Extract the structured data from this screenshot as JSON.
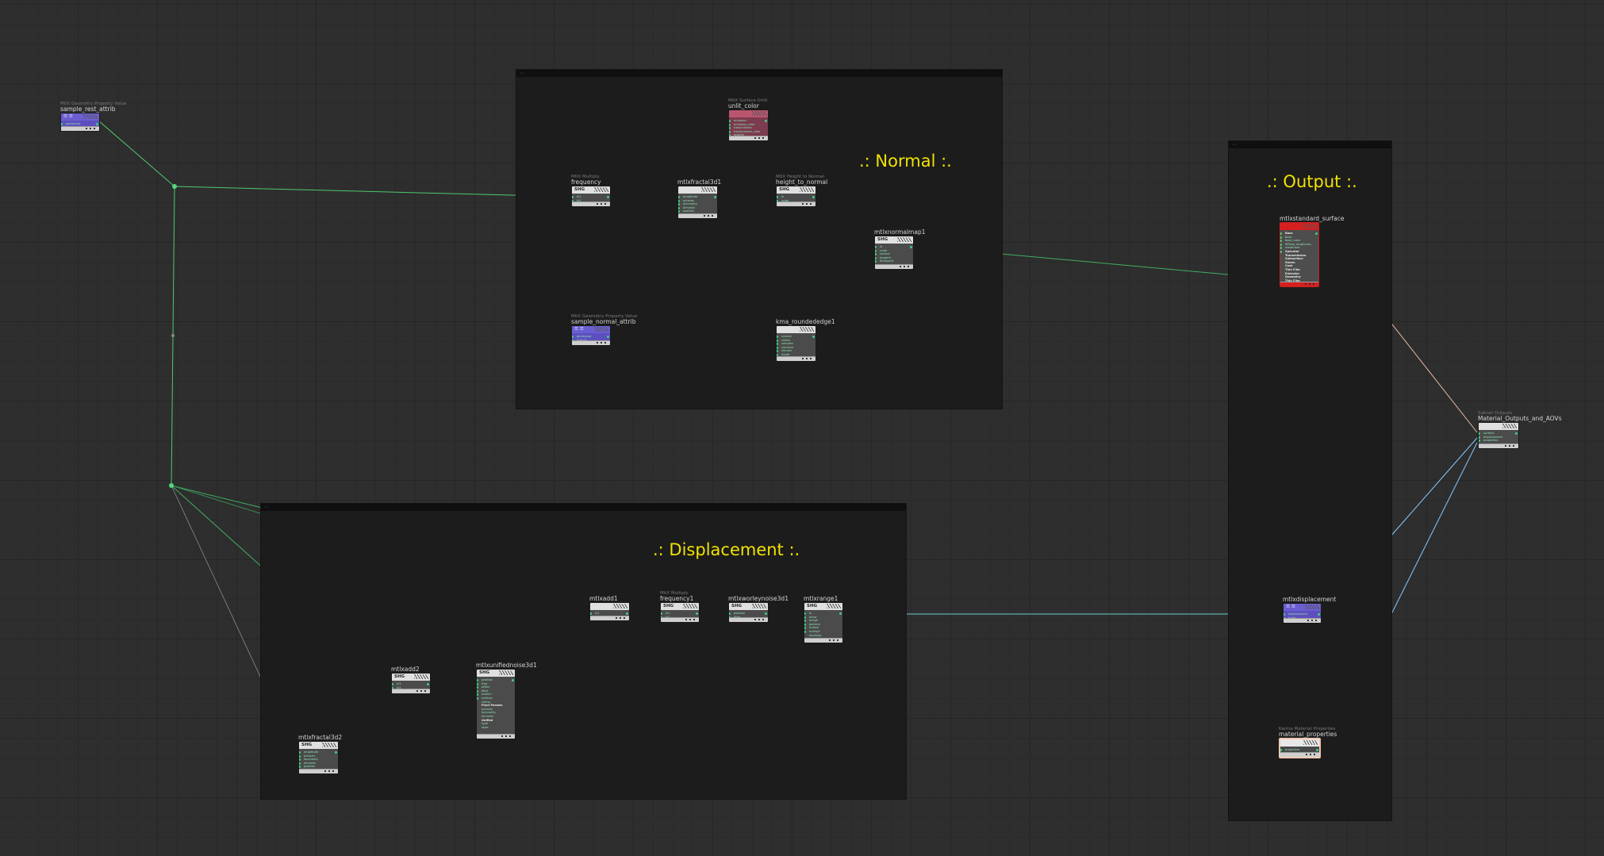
{
  "app": {
    "title": "MaterialX network editor"
  },
  "network_boxes": [
    {
      "id": "normal",
      "label": ".: Normal :."
    },
    {
      "id": "displacement",
      "label": ".: Displacement :."
    },
    {
      "id": "output",
      "label": ".: Output :."
    }
  ],
  "nodes": [
    {
      "id": "sample_rest_attrib",
      "type": "MtlX Geometry Property Value",
      "name": "sample_rest_attrib",
      "tag": "☰ ☰",
      "theme": "purple",
      "rows": [
        "geomprop",
        "default"
      ]
    },
    {
      "id": "unlit_color",
      "type": "MtlX Surface Unlit",
      "name": "unlit_color",
      "tag": "",
      "theme": "pink",
      "rows": [
        "emission",
        "emission_color",
        "transmission",
        "transmission_color",
        "opacity"
      ]
    },
    {
      "id": "frequency",
      "type": "MtlX Multiply",
      "name": "frequency",
      "tag": "SHG",
      "theme": "gray",
      "rows": [
        "in1",
        "in2"
      ]
    },
    {
      "id": "mtlxfractal3d1",
      "type": "",
      "name": "mtlxfractal3d1",
      "tag": "",
      "theme": "gray",
      "rows": [
        "amplitude",
        "octaves",
        "lacunarity",
        "diminish",
        "position"
      ]
    },
    {
      "id": "height_to_normal",
      "type": "MtlX Height to Normal",
      "name": "height_to_normal",
      "tag": "SHG",
      "theme": "gray",
      "rows": [
        "in",
        "scale"
      ]
    },
    {
      "id": "mtlxnormalmap1",
      "type": "",
      "name": "mtlxnormalmap1",
      "tag": "SHG",
      "theme": "gray",
      "rows": [
        "in",
        "scale",
        "normal",
        "tangent",
        "bitangent"
      ]
    },
    {
      "id": "sample_normal_attrib",
      "type": "MtlX Geometry Property Value",
      "name": "sample_normal_attrib",
      "tag": "☰ ☰",
      "theme": "purple",
      "rows": [
        "geomprop",
        "default"
      ]
    },
    {
      "id": "kma_roundededge1",
      "type": "",
      "name": "kma_roundededge1",
      "tag": "",
      "theme": "gray",
      "rows": [
        "normal",
        "radius",
        "samples",
        "concave",
        "convex",
        "mode"
      ]
    },
    {
      "id": "mtlxstandard_surface",
      "type": "",
      "name": "mtlxstandard_surface",
      "tag": "",
      "theme": "red",
      "rows": [
        "Base",
        "base",
        "base_color",
        "diffuse_roughness",
        "metalness",
        "Specular",
        "Transmission",
        "Subsurface",
        "Sheen",
        "Coat",
        "Thin Film",
        "Emission",
        "Geometry",
        "Thin Film",
        "Geometry"
      ]
    },
    {
      "id": "material_outputs",
      "type": "Subnet Outputs",
      "name": "Material_Outputs_and_AOVs",
      "tag": "",
      "theme": "gray",
      "rows": [
        "surface",
        "displacement",
        "properties"
      ]
    },
    {
      "id": "mtlxadd1",
      "type": "",
      "name": "mtlxadd1",
      "tag": "",
      "theme": "gray",
      "rows": [
        "in1",
        "in2"
      ]
    },
    {
      "id": "frequency1",
      "type": "MtlX Multiply",
      "name": "frequency1",
      "tag": "SHG",
      "theme": "gray",
      "rows": [
        "in1",
        "in2"
      ]
    },
    {
      "id": "mtlxworleynoise3d1",
      "type": "",
      "name": "mtlxworleynoise3d1",
      "tag": "SHG",
      "theme": "gray",
      "rows": [
        "position",
        "jitter"
      ]
    },
    {
      "id": "mtlxrange1",
      "type": "",
      "name": "mtlxrange1",
      "tag": "SHG",
      "theme": "gray",
      "rows": [
        "in",
        "inlow",
        "inhigh",
        "gamma",
        "outlow",
        "outhigh",
        "doclamp"
      ]
    },
    {
      "id": "mtlxadd2",
      "type": "",
      "name": "mtlxadd2",
      "tag": "SHG",
      "theme": "gray",
      "rows": [
        "in1",
        "in2"
      ]
    },
    {
      "id": "mtlxunifiednoise3d1",
      "type": "",
      "name": "mtlxunifiednoise3d1",
      "tag": "SHG",
      "theme": "gray",
      "rows": [
        "position",
        "freq",
        "offset",
        "jitter",
        "outmin",
        "outmax",
        "clamp",
        "Fract Params",
        "octaves",
        "lacunarity",
        "diminish",
        "Unified",
        "type",
        "style"
      ]
    },
    {
      "id": "mtlxfractal3d2",
      "type": "",
      "name": "mtlxfractal3d2",
      "tag": "SHG",
      "theme": "gray",
      "rows": [
        "amplitude",
        "octaves",
        "lacunarity",
        "diminish",
        "position"
      ]
    },
    {
      "id": "mtlxdisplacement",
      "type": "",
      "name": "mtlxdisplacement",
      "tag": "☰ ☰",
      "theme": "purple",
      "rows": [
        "displacement",
        "scale"
      ]
    },
    {
      "id": "material_properties",
      "type": "Karma Material Properties",
      "name": "material_properties",
      "tag": "",
      "theme": "peach",
      "rows": [
        "properties"
      ]
    }
  ]
}
